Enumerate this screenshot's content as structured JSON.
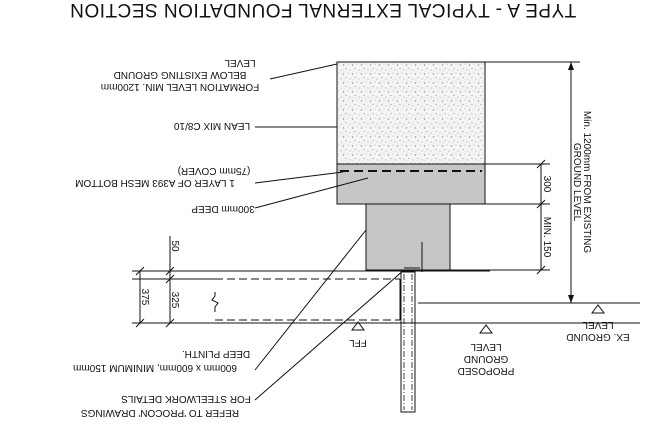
{
  "title": "TYPE A - TYPICAL EXTERNAL FOUNDATION SECTION",
  "labels": {
    "formation_1": "FORMATION LEVEL MIN. 1200mm",
    "formation_2": "BELOW EXISTING GROUND",
    "formation_3": "LEVEL",
    "lean_mix": "LEAN MIX C8/10",
    "mesh_1": "1 LAYER OF A393 MESH BOTTOM",
    "mesh_2": "(75mm COVER)",
    "deep": "300mm DEEP",
    "plinth_1": "600mm x 600mm, MINIMUM 150mm",
    "plinth_2": "DEEP PLINTH.",
    "refer_1": "REFER TO 'PROCON' DRAWINGS",
    "refer_2": "FOR STEELWORK DETAILS",
    "ffl": "FFL",
    "proposed_1": "PROPOSED",
    "proposed_2": "GROUND",
    "proposed_3": "LEVEL",
    "ex_1": "EX. GROUND",
    "ex_2": "LEVEL",
    "min1200_1": "Min. 1200mm FROM EXISTING",
    "min1200_2": "GROUND LEVEL"
  },
  "dimensions": {
    "d50": "50",
    "d375": "375",
    "d325": "325",
    "d300": "300",
    "dmin150": "MIN. 150"
  },
  "colors": {
    "ink": "#111111",
    "concrete": "#c4c4c4",
    "lean_mix_fill": "#f2f2f2",
    "stipple": "#9a9a9a"
  }
}
